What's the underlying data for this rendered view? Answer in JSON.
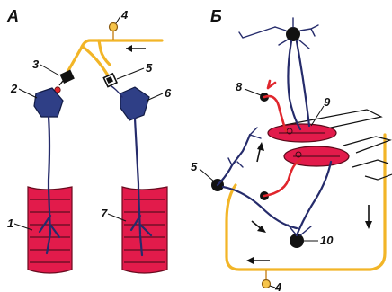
{
  "panels": {
    "a": {
      "label": "А"
    },
    "b": {
      "label": "Б"
    }
  },
  "labels": {
    "n1": "1",
    "n2": "2",
    "n3": "3",
    "n4_top": "4",
    "n5_a": "5",
    "n6": "6",
    "n7": "7",
    "n8": "8",
    "n9": "9",
    "n5_b": "5",
    "n10": "10",
    "n4_bottom": "4"
  },
  "colors": {
    "preganglionic_fiber": "#f2b527",
    "neuron_body": "#2f3f86",
    "nerve_fiber": "#252b6b",
    "muscle": "#e21b4b",
    "afferent_red": "#e0262d",
    "synapse_knob": "#f6c44a"
  }
}
